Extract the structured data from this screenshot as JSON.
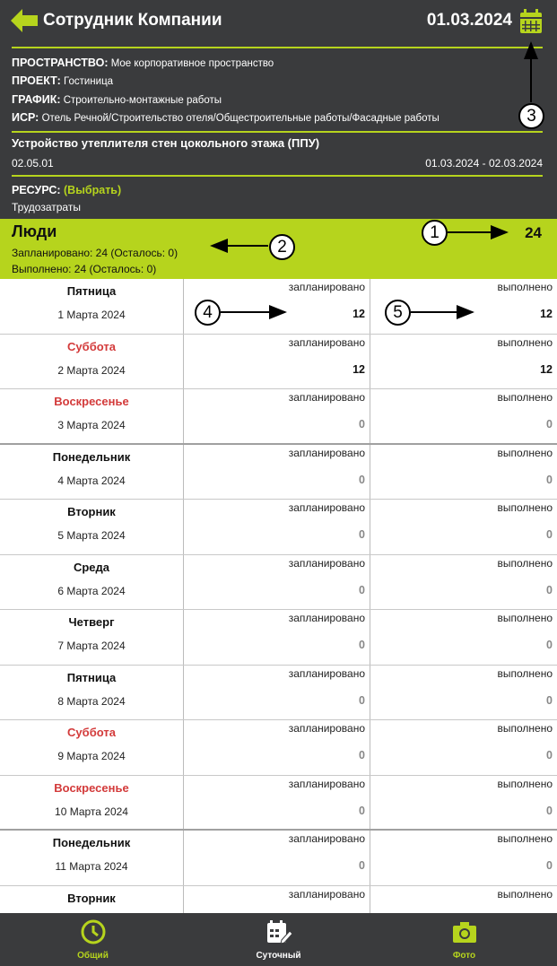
{
  "header": {
    "title": "Сотрудник Компании",
    "date": "01.03.2024",
    "space_label": "ПРОСТРАНСТВО:",
    "space_value": "Мое корпоративное пространство",
    "project_label": "ПРОЕКТ:",
    "project_value": "Гостиница",
    "schedule_label": "ГРАФИК:",
    "schedule_value": "Строительно-монтажные работы",
    "isr_label": "ИСР:",
    "isr_value": "Отель Речной/Строительство отеля/Общестроительные работы/Фасадные работы",
    "task_title": "Устройство утеплителя стен цокольного этажа (ППУ)",
    "task_code": "02.05.01",
    "task_range": "01.03.2024 - 02.03.2024",
    "resource_label": "РЕСУРС:",
    "resource_pick": "(Выбрать)",
    "resource_value": "Трудозатраты"
  },
  "summary": {
    "title": "Люди",
    "total": "24",
    "planned": "Запланировано: 24 (Осталось: 0)",
    "done": "Выполнено: 24 (Осталось: 0)"
  },
  "column_labels": {
    "planned": "запланировано",
    "done": "выполнено"
  },
  "days": [
    {
      "day": "Пятница",
      "date": "1 Марта 2024",
      "planned": "12",
      "done": "12",
      "weekend": false
    },
    {
      "day": "Суббота",
      "date": "2 Марта 2024",
      "planned": "12",
      "done": "12",
      "weekend": true
    },
    {
      "day": "Воскресенье",
      "date": "3 Марта 2024",
      "planned": "0",
      "done": "0",
      "weekend": true
    },
    {
      "day": "Понедельник",
      "date": "4 Марта 2024",
      "planned": "0",
      "done": "0",
      "weekend": false
    },
    {
      "day": "Вторник",
      "date": "5 Марта 2024",
      "planned": "0",
      "done": "0",
      "weekend": false
    },
    {
      "day": "Среда",
      "date": "6 Марта 2024",
      "planned": "0",
      "done": "0",
      "weekend": false
    },
    {
      "day": "Четверг",
      "date": "7 Марта 2024",
      "planned": "0",
      "done": "0",
      "weekend": false
    },
    {
      "day": "Пятница",
      "date": "8 Марта 2024",
      "planned": "0",
      "done": "0",
      "weekend": false
    },
    {
      "day": "Суббота",
      "date": "9 Марта 2024",
      "planned": "0",
      "done": "0",
      "weekend": true
    },
    {
      "day": "Воскресенье",
      "date": "10 Марта 2024",
      "planned": "0",
      "done": "0",
      "weekend": true
    },
    {
      "day": "Понедельник",
      "date": "11 Марта 2024",
      "planned": "0",
      "done": "0",
      "weekend": false
    },
    {
      "day": "Вторник",
      "date": "",
      "planned": "",
      "done": "",
      "weekend": false
    }
  ],
  "tabs": [
    {
      "label": "Общий",
      "icon": "clock-icon",
      "color": "#b6d41d"
    },
    {
      "label": "Суточный",
      "icon": "calendar-edit-icon",
      "color": "#ffffff"
    },
    {
      "label": "Фото",
      "icon": "camera-icon",
      "color": "#b6d41d"
    }
  ],
  "callouts": [
    "1",
    "2",
    "3",
    "4",
    "5"
  ],
  "colors": {
    "accent": "#b6d41d",
    "header_bg": "#3a3b3d",
    "weekend": "#d33a3a"
  }
}
